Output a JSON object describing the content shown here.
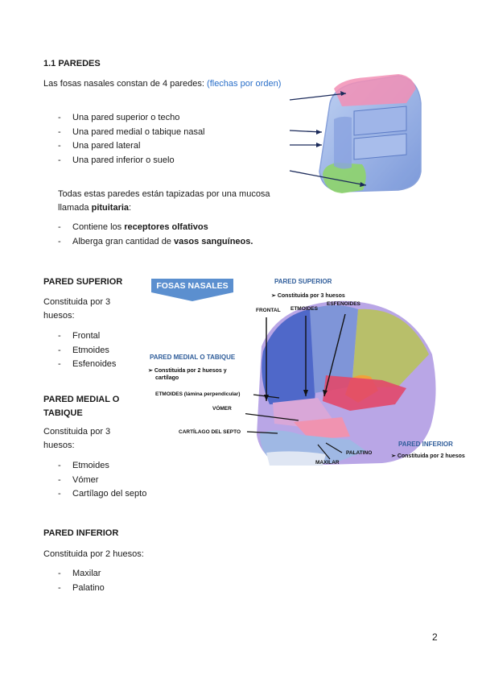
{
  "section1": {
    "title": "1.1 PAREDES",
    "intro": "Las fosas nasales constan de 4 paredes:",
    "intro_note": "(flechas por orden)",
    "walls": [
      "Una pared superior o techo",
      "Una pared medial o tabique nasal",
      "Una pared lateral",
      "Una pared inferior o suelo"
    ],
    "mucosa_line1": "Todas estas paredes están tapizadas por una mucosa",
    "mucosa_line2_prefix": "llamada",
    "mucosa_bold": "pituitaria",
    "mucosa_suffix": ":",
    "bullets": [
      {
        "prefix": "Contiene los",
        "bold": "receptores olfativos",
        "suffix": ""
      },
      {
        "prefix": "Alberga gran cantidad de",
        "bold": "vasos sanguíneos.",
        "suffix": ""
      }
    ]
  },
  "superior": {
    "title": "PARED SUPERIOR",
    "desc_l1": "Constituida por 3",
    "desc_l2": "huesos:",
    "bones": [
      "Frontal",
      "Etmoides",
      "Esfenoides"
    ]
  },
  "medial": {
    "title_l1": "PARED MEDIAL O",
    "title_l2": "TABIQUE",
    "desc_l1": "Constituida por 3",
    "desc_l2": "huesos:",
    "bones": [
      "Etmoides",
      "Vómer",
      "Cartílago del septo"
    ]
  },
  "inferior": {
    "title": "PARED INFERIOR",
    "desc": "Constituida por 2 huesos:",
    "bones": [
      "Maxilar",
      "Palatino"
    ]
  },
  "figure": {
    "banner": "FOSAS NASALES",
    "sup_title": "PARED SUPERIOR",
    "sup_note": "Constituida por 3 huesos",
    "med_title": "PARED MEDIAL O TABIQUE",
    "med_note_l1": "Constituida   por   2   huesos   y",
    "med_note_l2": "cartílago",
    "inf_title": "PARED INFERIOR",
    "inf_note": "Constituida por 2 huesos",
    "labels": {
      "frontal": "FRONTAL",
      "etmoides": "ETMOIDES",
      "esfenoides": "ESFENOIDES",
      "etmoides_lam": "ETMOIDES (lámina perpendicular)",
      "vomer": "VÓMER",
      "cartilago": "CARTÍLAGO DEL SEPTO",
      "palatino": "PALATINO",
      "maxilar": "MAXILAR"
    }
  },
  "page_number": "2",
  "colors": {
    "accent_blue": "#2a6fc9",
    "label_blue": "#2f5d9a",
    "banner": "#5b8fcf"
  }
}
